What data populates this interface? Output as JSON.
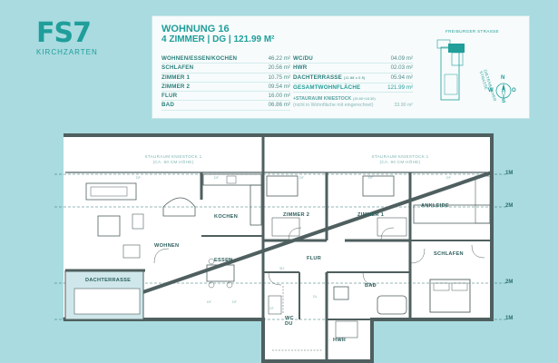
{
  "logo": {
    "main": "FS7",
    "sub": "KIRCHZARTEN"
  },
  "apartment": {
    "title": "WOHNUNG 16",
    "subtitle": "4 ZIMMER | DG | 121.99 M²"
  },
  "areas_left": [
    {
      "room": "WOHNEN/ESSEN/KOCHEN",
      "area": "46.22 m²"
    },
    {
      "room": "SCHLAFEN",
      "area": "20.56 m²"
    },
    {
      "room": "ZIMMER 1",
      "area": "10.75 m²"
    },
    {
      "room": "ZIMMER 2",
      "area": "09.54 m²"
    },
    {
      "room": "FLUR",
      "area": "16.00 m²"
    },
    {
      "room": "BAD",
      "area": "06.86 m²"
    }
  ],
  "areas_right": [
    {
      "room": "WC/DU",
      "area": "04.09 m²"
    },
    {
      "room": "HWR",
      "area": "02.03 m²"
    },
    {
      "room": "DACHTERRASSE",
      "note": "(11.88 x 0.5)",
      "area": "05.94 m²"
    },
    {
      "room": "GESAMTWOHNFLÄCHE",
      "area": "121.99 m²"
    }
  ],
  "extra": {
    "label": "+STAURAUM KNIESTOCK",
    "dims": "(15.60+18.30)",
    "note": "(nicht in Wohnfläche mit eingerechnet)",
    "area": "33.90 m²"
  },
  "site": {
    "street_top": "FREIBURGER STRASSE",
    "street_side": "DIETENBACHER STRASSE"
  },
  "compass": {
    "n": "N",
    "e": "O",
    "s": "S",
    "w": "W"
  },
  "height_marks": {
    "m1": "1M",
    "m2": "2M"
  },
  "storage": [
    {
      "line1": "STAURAUM KNIESTOCK 1",
      "line2": "(CA. 90 CM HÖHE)"
    },
    {
      "line1": "STAURAUM KNIESTOCK 1",
      "line2": "(CA. 90 CM HÖHE)"
    }
  ],
  "rooms": {
    "kochen": "KOCHEN",
    "zimmer2": "ZIMMER 2",
    "zimmer1": "ZIMMER 1",
    "ankleide": "ANKLEIDE",
    "wohnen": "WOHNEN",
    "essen": "ESSEN",
    "flur": "FLUR",
    "schlafen": "SCHLAFEN",
    "dachterrasse": "DACHTERRASSE",
    "bad": "BAD",
    "wcdu": "WC DU",
    "hwr": "HWR"
  },
  "fixtures": {
    "df": "DF",
    "dl": "DL",
    "sh": "SH",
    "gt": "GT"
  },
  "colors": {
    "accent": "#1f9e9a",
    "background": "#a9dbe0",
    "wall": "#4f5f5f"
  }
}
